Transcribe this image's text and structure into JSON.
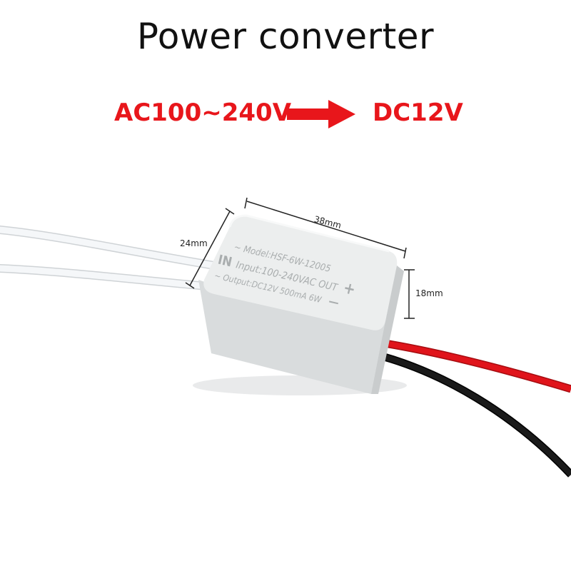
{
  "title": "Power converter",
  "conversion": {
    "input": "AC100~240V",
    "output": "DC12V",
    "color": "#e8161b"
  },
  "dimensions": {
    "length": "38mm",
    "width": "24mm",
    "height": "18mm"
  },
  "module": {
    "line1": "~ Model:HSF-6W-12005",
    "in_label": "IN",
    "line2": "Input:100-240VAC OUT",
    "line3": "~ Output:DC12V 500mA 6W",
    "plus": "+",
    "minus": "—"
  },
  "colors": {
    "body": "#eceeee",
    "wire_red": "#e0141b",
    "wire_black": "#111111",
    "wire_white": "#f4f6f8"
  }
}
